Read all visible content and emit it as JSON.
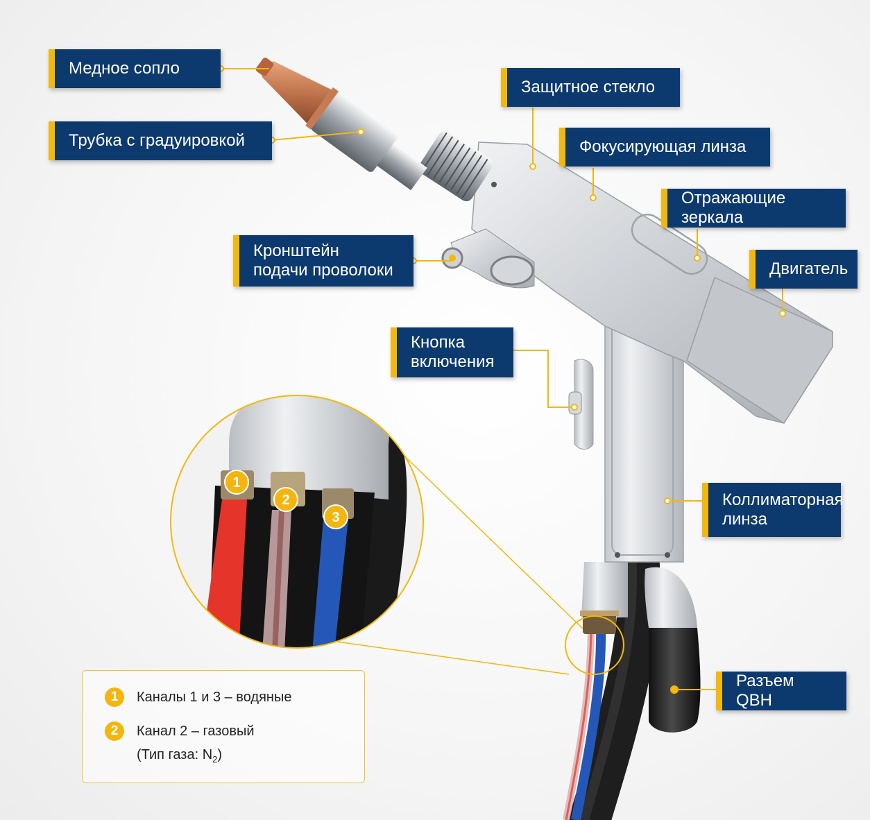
{
  "labels": {
    "copper_nozzle": "Медное сопло",
    "graduated_tube": "Трубка с градуировкой",
    "protective_glass": "Защитное стекло",
    "focusing_lens": "Фокусирующая линза",
    "reflecting_mirrors": "Отражающие зеркала",
    "motor": "Двигатель",
    "wire_feed_bracket": "Кронштейн\nподачи проволоки",
    "power_button": "Кнопка\nвключения",
    "collimator_lens": "Коллиматорная\nлинза",
    "qbh_connector": "Разъем QBH"
  },
  "zoom_badges": [
    "1",
    "2",
    "3"
  ],
  "legend": {
    "items": [
      {
        "badge": "1",
        "text": "Каналы 1 и 3 – водяные",
        "sub": ""
      },
      {
        "badge": "2",
        "text": "Канал 2 – газовый",
        "sub_prefix": "(Тип газа: N",
        "sub_index": "2",
        "sub_suffix": ")"
      }
    ]
  },
  "colors": {
    "label_bg": "#0c3a6e",
    "accent": "#f2b80d",
    "body_metal": "#c9ccd0",
    "copper": "#c77b52",
    "channel_red": "#e5342a",
    "channel_clear": "#c9a6a6",
    "channel_blue": "#2457b8"
  }
}
